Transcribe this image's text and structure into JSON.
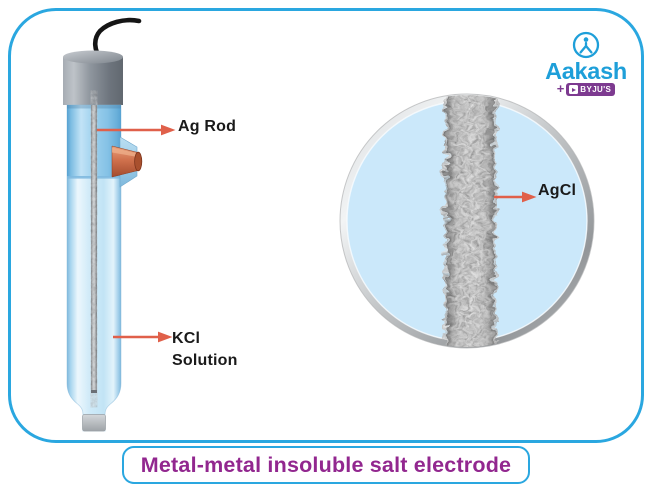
{
  "figure": {
    "caption": "Metal-metal insoluble salt electrode"
  },
  "electrode": {
    "labels": {
      "ag_rod": "Ag Rod",
      "kcl_line1": "KCl",
      "kcl_line2": "Solution"
    }
  },
  "magnified_view": {
    "label": "AgCl"
  },
  "logo": {
    "brand": "Aakash",
    "plus": "+",
    "sub": "BYJU'S"
  },
  "colors": {
    "panel_border_blue": "#2AA7E0",
    "caption_purple": "#92278F",
    "arrow_orange": "#E0604A",
    "brand_blue": "#1E9FD9",
    "byjus_purple": "#7D3A90",
    "solution_blue_upper": "#8CC6E8",
    "solution_blue_lower": "#C6E6F7",
    "lens_fill_blue": "#CBE8FA",
    "cap_gray": "#8F969E"
  }
}
